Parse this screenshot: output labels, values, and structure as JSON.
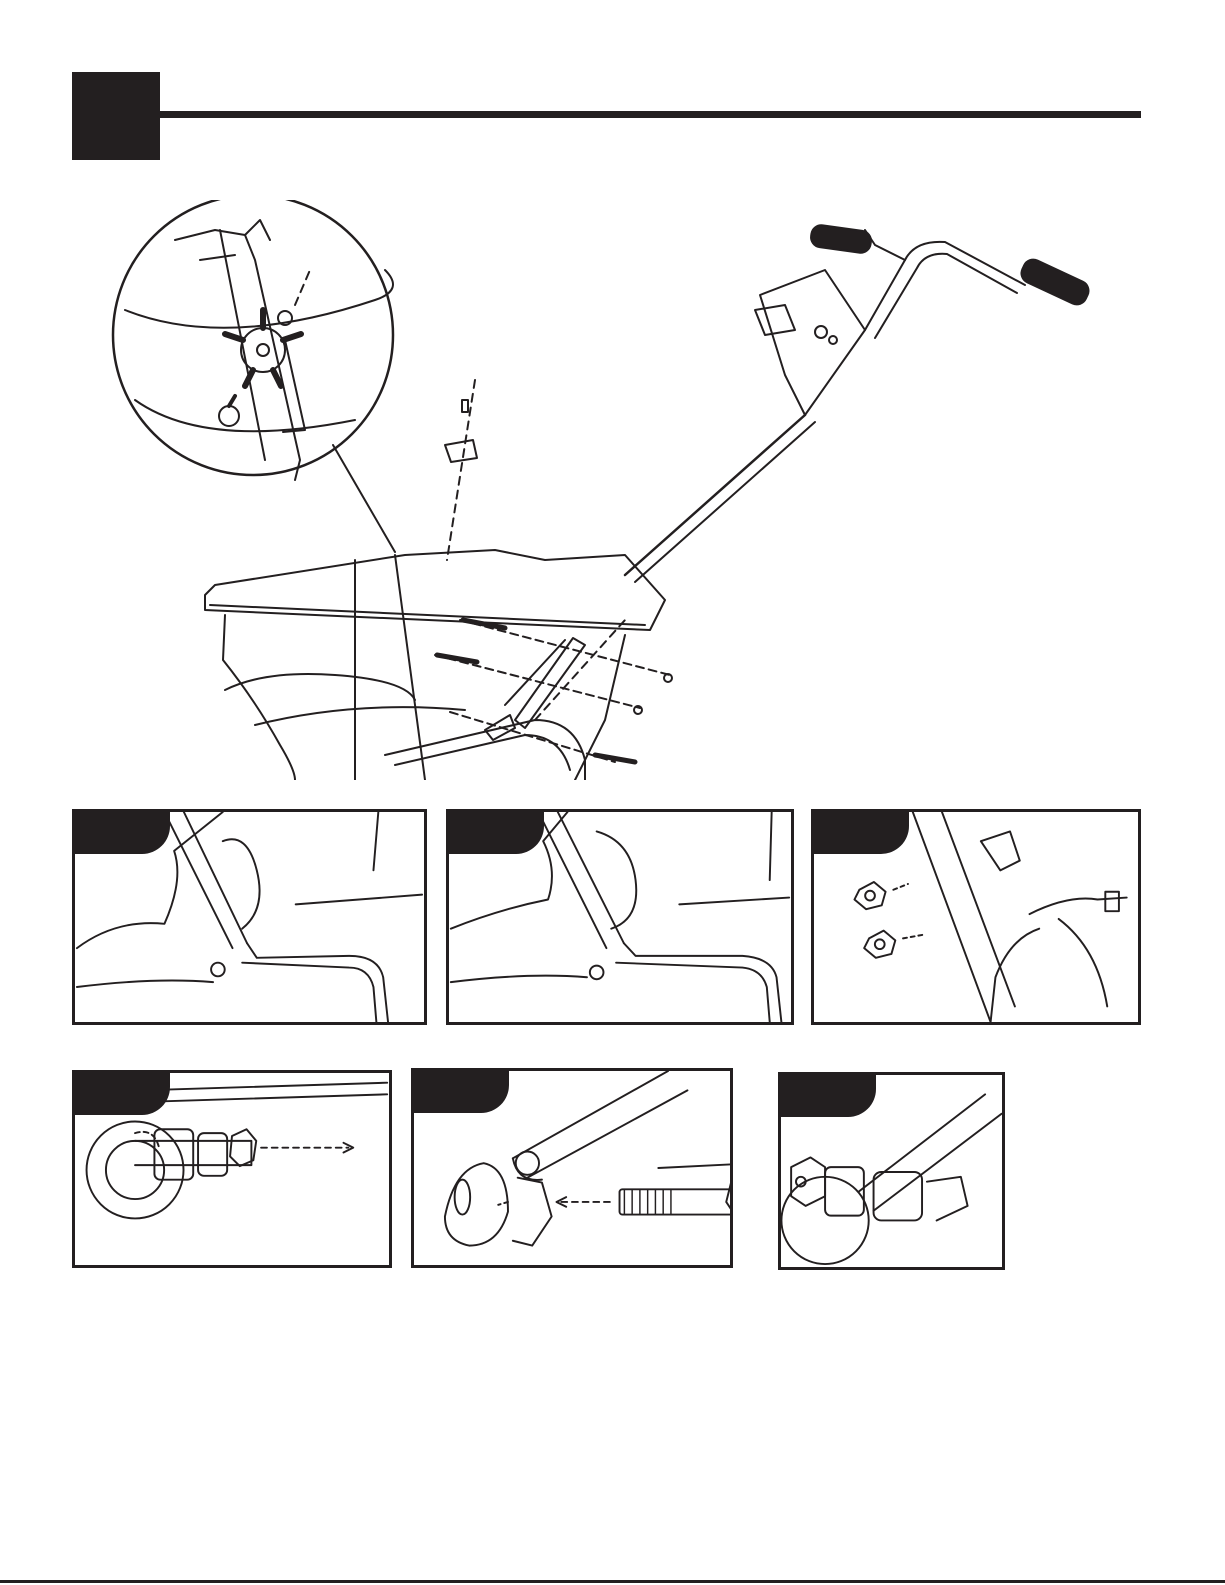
{
  "page": {
    "type": "assembly-instructions",
    "colors": {
      "ink": "#231f20",
      "paper": "#ffffff"
    }
  },
  "header": {
    "step_marker_icon": "black-square-step-marker"
  },
  "main_figure": {
    "icon": "spreader-assembly-exploded-view",
    "detail_callout_icon": "agitator-detail-magnifier"
  },
  "detail_panels": [
    {
      "icon": "hand-clipping-frame-panel"
    },
    {
      "icon": "hand-seating-clip-panel"
    },
    {
      "icon": "nuts-and-bolt-insertion-panel"
    },
    {
      "icon": "wheel-nut-removal-panel"
    },
    {
      "icon": "wheel-bolt-exploded-panel"
    },
    {
      "icon": "wheel-bolt-assembled-panel"
    }
  ]
}
